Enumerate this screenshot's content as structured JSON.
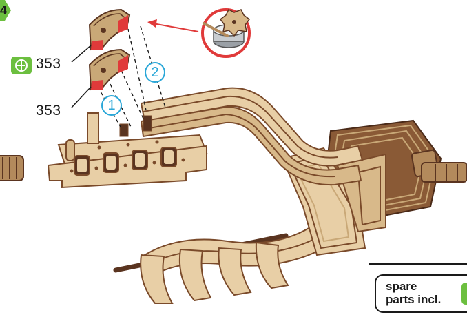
{
  "step": {
    "number": "4"
  },
  "callouts": {
    "part_top_label": "353",
    "part_bottom_label": "353",
    "order_1": "1",
    "order_2": "2"
  },
  "spare": {
    "text": "spare\nparts incl."
  },
  "colors": {
    "wood_light": "#e8cfa6",
    "wood_mid": "#c9a877",
    "wood_edge": "#7a4a2a",
    "wood_dark": "#5a3420",
    "accent_red": "#e03a3a",
    "accent_blue": "#2aa7d8",
    "accent_green": "#6cbf3f"
  },
  "icons": [
    "step-arrow-icon",
    "add-part-icon",
    "glue-pot-icon",
    "spare-parts-icon"
  ]
}
